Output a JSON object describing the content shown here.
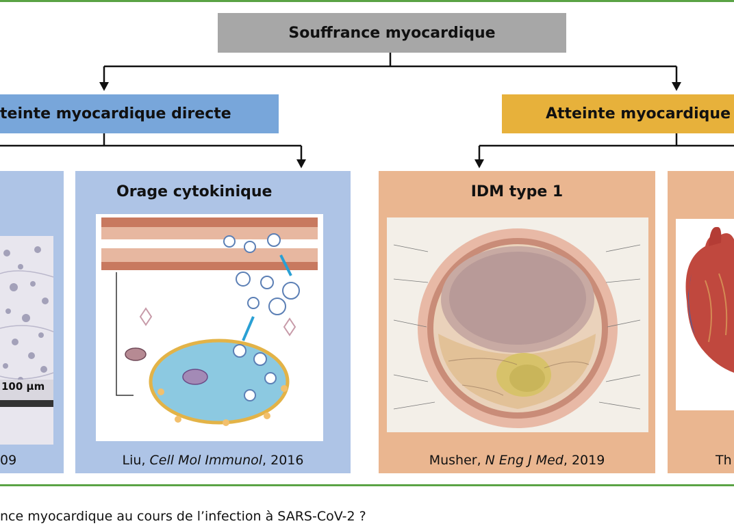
{
  "colors": {
    "rule": "#5aa345",
    "top_box": "#a7a7a7",
    "direct_box": "#78a6da",
    "indirect_box": "#e7b13b",
    "direct_panel": "#aec4e6",
    "indirect_panel": "#eab690"
  },
  "diagram": {
    "root": "Souffrance myocardique",
    "branch_direct": "teinte myocardique directe",
    "branch_indirect": "Atteinte myocardique i"
  },
  "panels": {
    "histology": {
      "scale_label": "100 µm",
      "citation": "09"
    },
    "cytokine_storm": {
      "title": "Orage cytokinique",
      "citation_author": "Liu, ",
      "citation_journal": "Cell Mol Immunol",
      "citation_year": ", 2016"
    },
    "mi_type1": {
      "title": "IDM type 1",
      "citation_author": "Musher, ",
      "citation_journal": "N Eng J Med",
      "citation_year": ", 2019"
    },
    "heart": {
      "citation": "Th"
    }
  },
  "caption": "nce myocardique au cours de l’infection à SARS-CoV-2 ?"
}
